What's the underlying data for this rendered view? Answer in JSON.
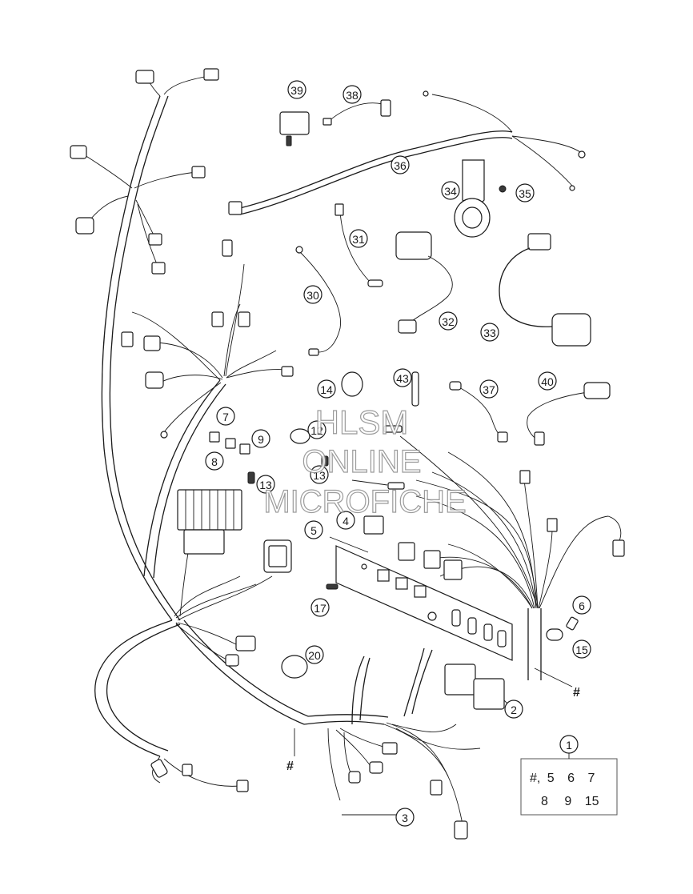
{
  "callouts": [
    {
      "label": "1"
    },
    {
      "label": "2"
    },
    {
      "label": "3"
    },
    {
      "label": "4"
    },
    {
      "label": "5"
    },
    {
      "label": "6"
    },
    {
      "label": "7"
    },
    {
      "label": "8"
    },
    {
      "label": "9"
    },
    {
      "label": "12"
    },
    {
      "label": "13"
    },
    {
      "label": "13"
    },
    {
      "label": "14"
    },
    {
      "label": "15"
    },
    {
      "label": "17"
    },
    {
      "label": "20"
    },
    {
      "label": "30"
    },
    {
      "label": "31"
    },
    {
      "label": "32"
    },
    {
      "label": "33"
    },
    {
      "label": "34"
    },
    {
      "label": "35"
    },
    {
      "label": "36"
    },
    {
      "label": "37"
    },
    {
      "label": "38"
    },
    {
      "label": "39"
    },
    {
      "label": "40"
    },
    {
      "label": "43"
    }
  ],
  "hash_marks": [
    "#",
    "#"
  ],
  "kit_box": {
    "row1": [
      "#,",
      "5",
      "6",
      "7"
    ],
    "row2": [
      "8",
      "9",
      "15"
    ]
  },
  "watermark": {
    "line1": "HLSM",
    "line2": "ONLINE",
    "line3": "MICROFICHE"
  }
}
